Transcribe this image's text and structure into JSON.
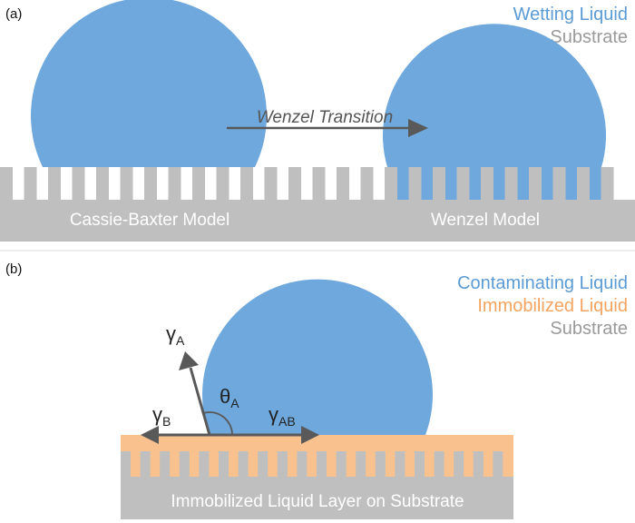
{
  "panel_a": {
    "label": "(a)",
    "legend": {
      "liquid": "Wetting Liquid",
      "substrate": "Substrate"
    },
    "arrow_label": "Wenzel Transition",
    "left_model": "Cassie-Baxter Model",
    "right_model": "Wenzel Model"
  },
  "panel_b": {
    "label": "(b)",
    "legend": {
      "contaminating": "Contaminating Liquid",
      "immobilized": "Immobilized Liquid",
      "substrate": "Substrate"
    },
    "caption": "Immobilized Liquid Layer on Substrate",
    "symbols": {
      "gamma_a": "γ",
      "gamma_a_sub": "A",
      "gamma_b": "γ",
      "gamma_b_sub": "B",
      "gamma_ab": "γ",
      "gamma_ab_sub": "AB",
      "theta_a": "θ",
      "theta_a_sub": "A"
    }
  },
  "colors": {
    "liquid": "#6fa8dc",
    "immobilized": "#f9c18e",
    "substrate": "#bfbfbf",
    "arrow": "#595959",
    "divider": "#d9d9d9"
  }
}
